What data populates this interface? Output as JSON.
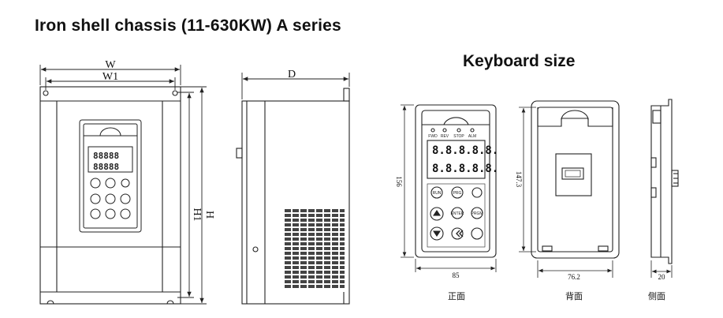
{
  "title": "Iron shell chassis (11-630KW) A series",
  "keyboard_title": "Keyboard size",
  "dims": {
    "w": "W",
    "w1": "W1",
    "d": "D",
    "h": "H",
    "h1": "H1",
    "kb_height": "156",
    "kb_width": "85",
    "back_height": "147.3",
    "back_width": "76.2",
    "side_width": "20"
  },
  "views": {
    "front": "正面",
    "back": "背面",
    "side": "侧面"
  },
  "led_labels": [
    "FWD",
    "REV",
    "STOP",
    "ALM"
  ],
  "display_digits": "8.8.8.8.8.",
  "keys": {
    "run": "RUN",
    "prg": "PRG",
    "enter": "ENTER",
    "prgm": "PRGM"
  }
}
